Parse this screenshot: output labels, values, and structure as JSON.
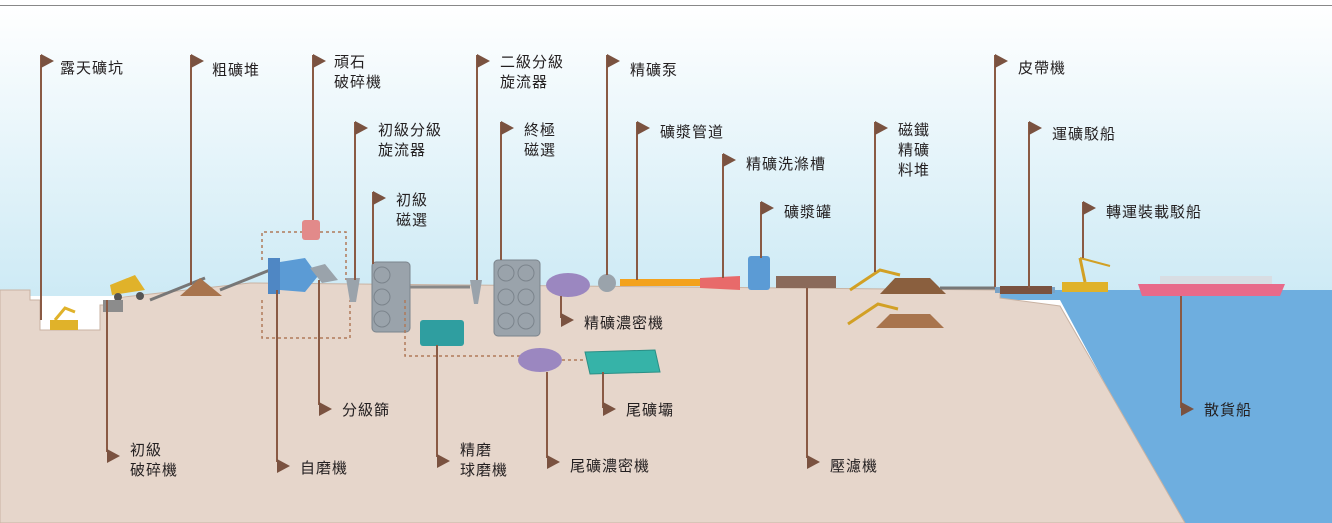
{
  "diagram": {
    "labels": {
      "open_pit": "露天礦坑",
      "primary_crusher": "初級\n破碎機",
      "coarse_ore_stockpile": "粗礦堆",
      "pebble_crusher": "頑石\n破碎機",
      "primary_cyclone": "初級分級\n旋流器",
      "primary_magnetic_separation": "初級\n磁選",
      "screen": "分級篩",
      "ag_mill": "自磨機",
      "secondary_cyclone": "二級分級\n旋流器",
      "final_magnetic_separation": "終極\n磁選",
      "regrind_ball_mill": "精磨\n球磨機",
      "concentrate_pump": "精礦泵",
      "concentrate_thickener": "精礦濃密機",
      "tailings_thickener": "尾礦濃密機",
      "tailings_dam": "尾礦壩",
      "slurry_pipeline": "礦漿管道",
      "concentrate_washing_tank": "精礦洗滌槽",
      "slurry_tank": "礦漿罐",
      "filter_press": "壓濾機",
      "magnetite_stockpile": "磁鐵\n精礦\n料堆",
      "conveyor": "皮帶機",
      "ore_barge": "運礦駁船",
      "transhipment_barge": "轉運裝載駁船",
      "bulk_carrier": "散貨船"
    },
    "colors": {
      "sky_top": "#ffffff",
      "sky_bottom": "#cdeaf5",
      "ground": "#e6d6cb",
      "ground_edge": "#c9b3a3",
      "sea": "#6eaedf",
      "leader": "#8a5a44",
      "flag": "#7a5240",
      "equipment_gray": "#9aa3ab",
      "pipeline_orange": "#f3a21d",
      "dam_teal": "#36b3a8",
      "thickener_purple": "#9b87c0",
      "ship_pink": "#e86a8a"
    }
  }
}
